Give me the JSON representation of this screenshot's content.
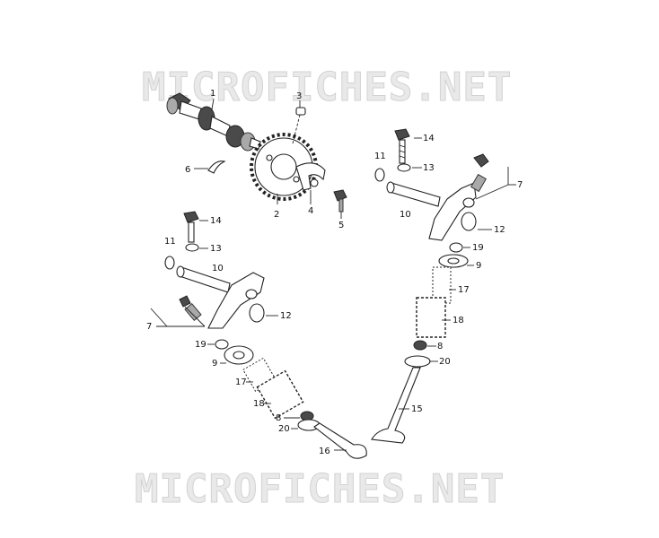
{
  "watermark": {
    "top": "MICROFICHES.NET",
    "bottom": "MICROFICHES.NET"
  },
  "callouts": [
    {
      "id": "c1",
      "label": "1"
    },
    {
      "id": "c2",
      "label": "2"
    },
    {
      "id": "c3",
      "label": "3"
    },
    {
      "id": "c4",
      "label": "4"
    },
    {
      "id": "c5",
      "label": "5"
    },
    {
      "id": "c6",
      "label": "6"
    },
    {
      "id": "c7a",
      "label": "7"
    },
    {
      "id": "c7b",
      "label": "7"
    },
    {
      "id": "c8a",
      "label": "8"
    },
    {
      "id": "c8b",
      "label": "8"
    },
    {
      "id": "c9a",
      "label": "9"
    },
    {
      "id": "c9b",
      "label": "9"
    },
    {
      "id": "c10a",
      "label": "10"
    },
    {
      "id": "c10b",
      "label": "10"
    },
    {
      "id": "c11a",
      "label": "11"
    },
    {
      "id": "c11b",
      "label": "11"
    },
    {
      "id": "c12a",
      "label": "12"
    },
    {
      "id": "c12b",
      "label": "12"
    },
    {
      "id": "c13a",
      "label": "13"
    },
    {
      "id": "c13b",
      "label": "13"
    },
    {
      "id": "c14a",
      "label": "14"
    },
    {
      "id": "c14b",
      "label": "14"
    },
    {
      "id": "c15",
      "label": "15"
    },
    {
      "id": "c16",
      "label": "16"
    },
    {
      "id": "c17a",
      "label": "17"
    },
    {
      "id": "c17b",
      "label": "17"
    },
    {
      "id": "c18a",
      "label": "18"
    },
    {
      "id": "c18b",
      "label": "18"
    },
    {
      "id": "c19a",
      "label": "19"
    },
    {
      "id": "c19b",
      "label": "19"
    },
    {
      "id": "c20a",
      "label": "20"
    },
    {
      "id": "c20b",
      "label": "20"
    }
  ]
}
